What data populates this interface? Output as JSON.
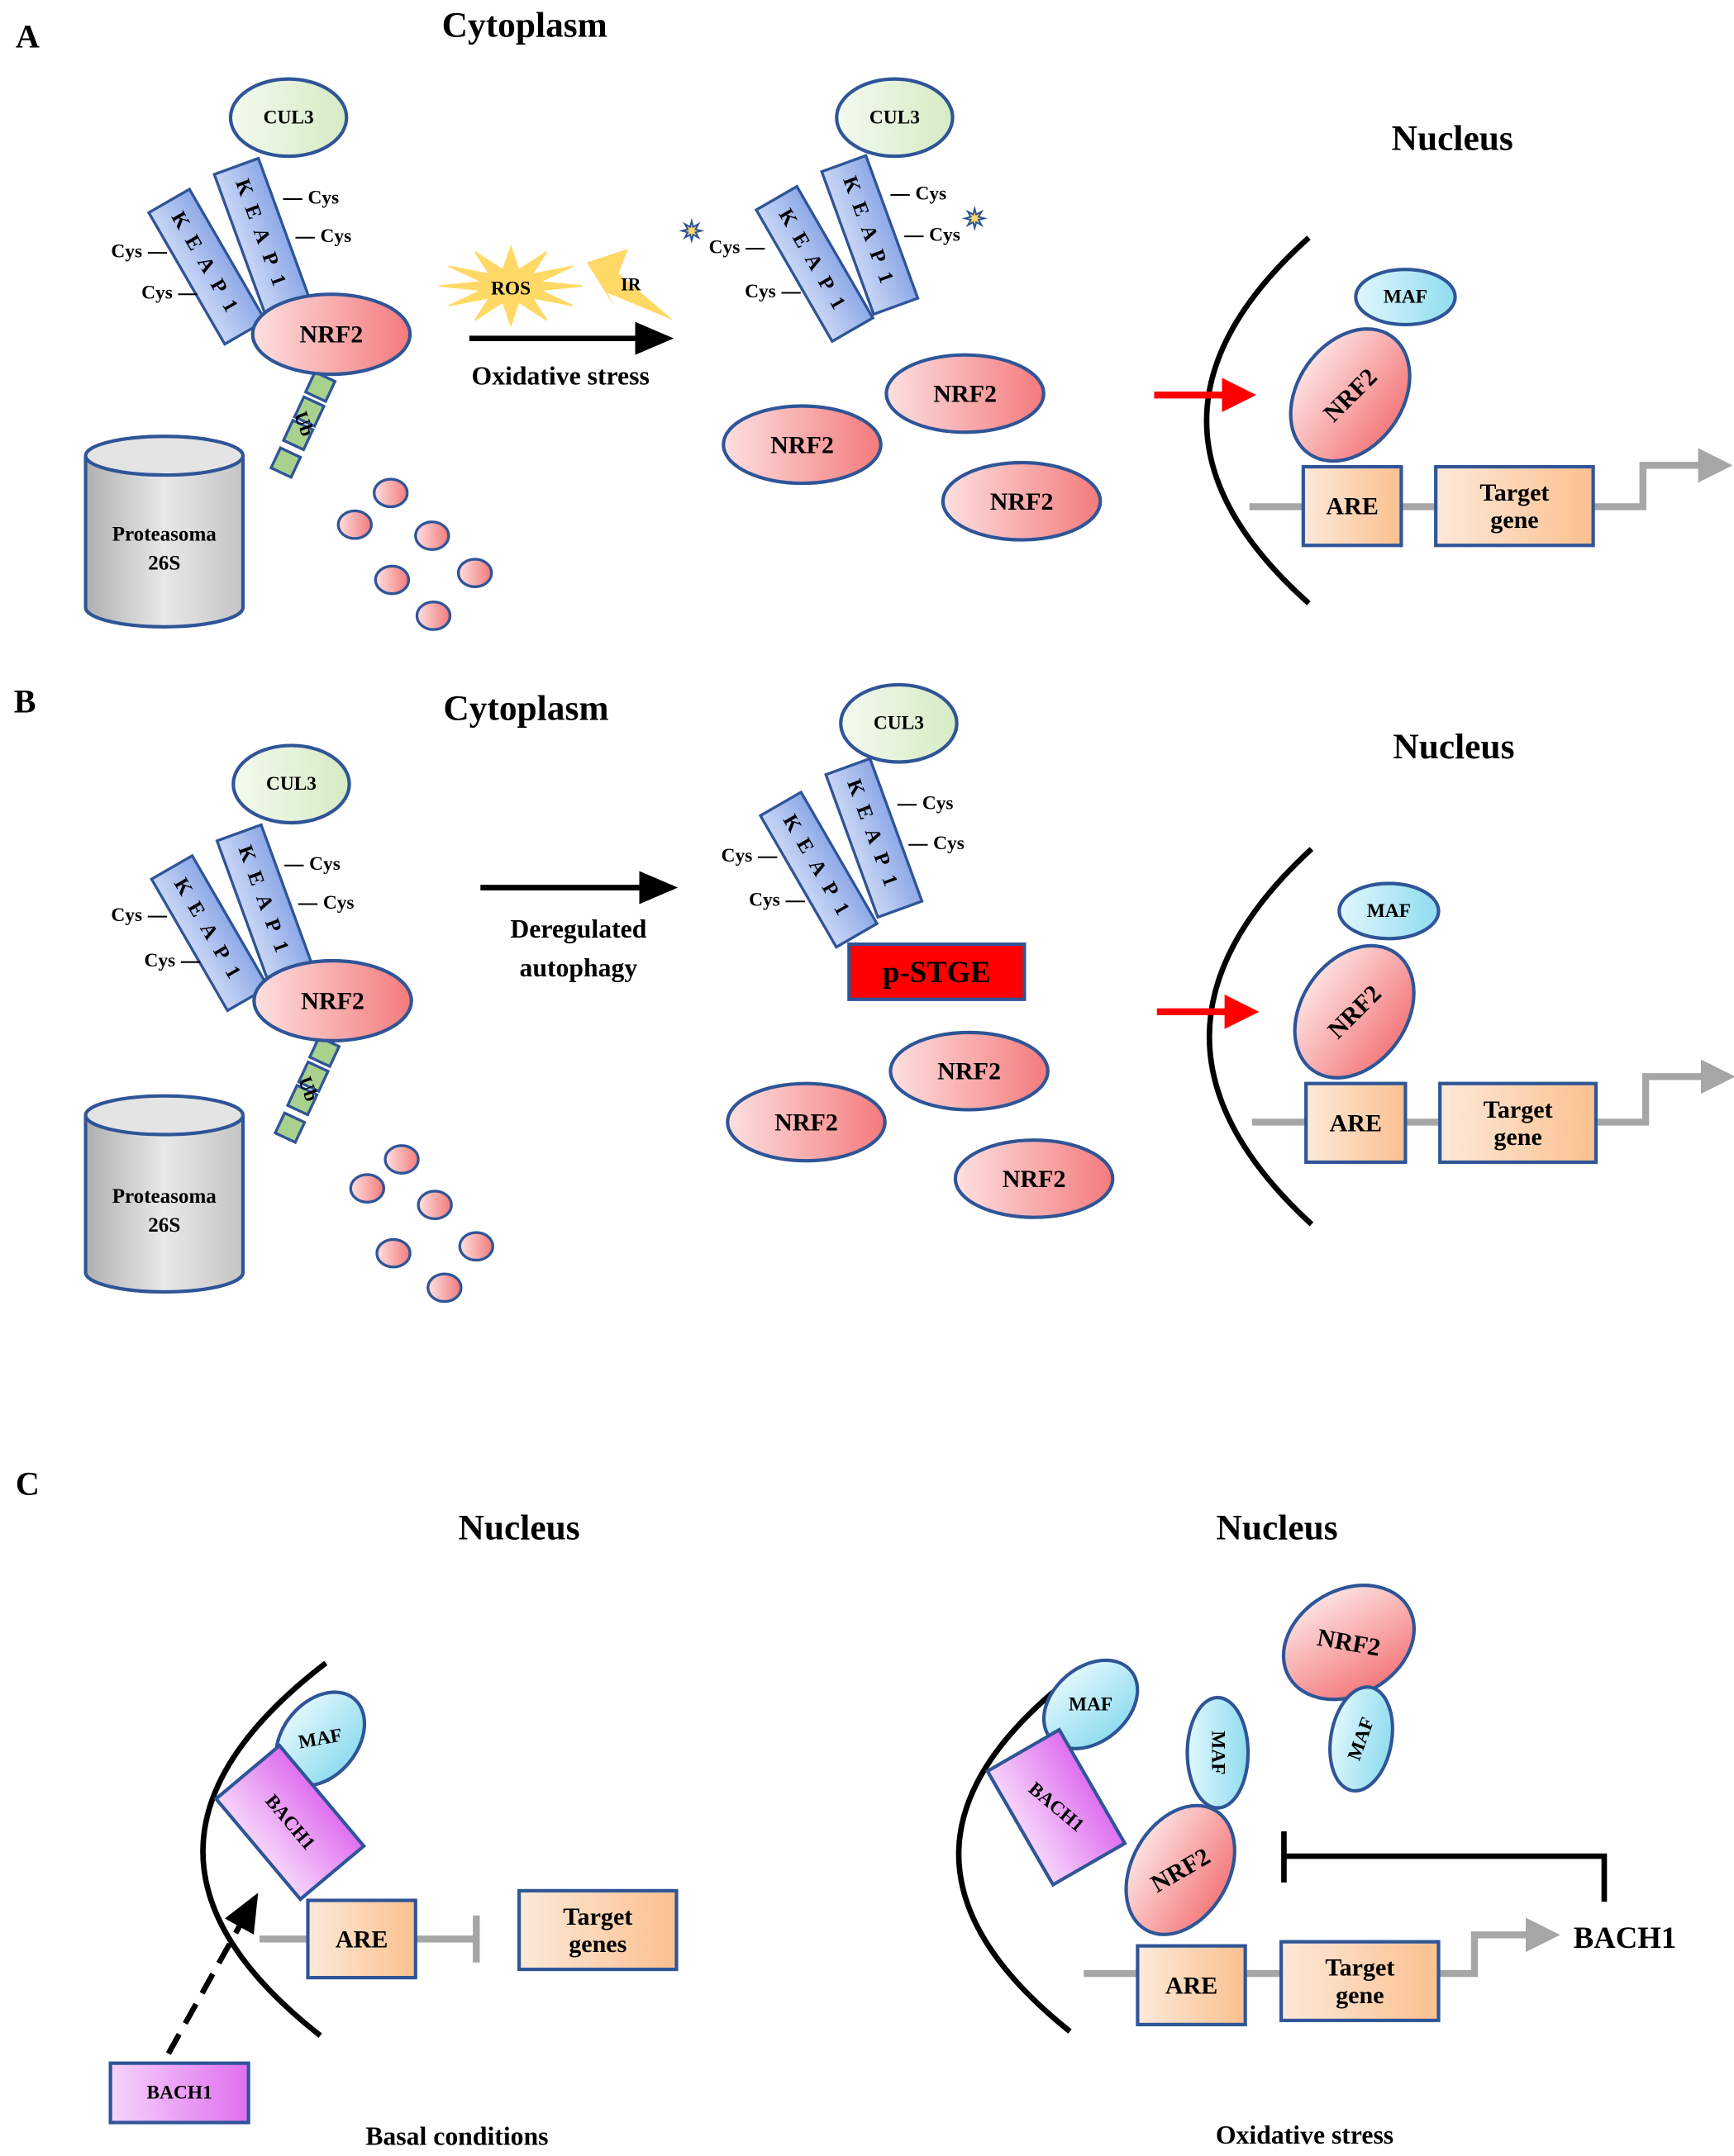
{
  "panels": {
    "a": "A",
    "b": "B",
    "c": "C"
  },
  "labels": {
    "cytoplasm": "Cytoplasm",
    "nucleus": "Nucleus",
    "cul3": "CUL3",
    "keap1": "KEAP1",
    "cys": "Cys",
    "nrf2": "NRF2",
    "ub": "Ub",
    "proteasome_line1": "Proteasoma",
    "proteasome_line2": "26S",
    "ros": "ROS",
    "ir": "IR",
    "oxidative_stress": "Oxidative stress",
    "maf": "MAF",
    "are": "ARE",
    "target": "Target",
    "gene": "gene",
    "genes": "genes",
    "deregulated": "Deregulated",
    "autophagy": "autophagy",
    "pstge": "p-STGE",
    "bach1": "BACH1",
    "basal_conditions": "Basal conditions"
  },
  "colors": {
    "outline": "#2f5597",
    "nrf2": "#f4777a",
    "cul3": "#e2f0d9",
    "keap1": "#8ea9e8",
    "maf": "#9fe4f5",
    "are": "#fbc9a0",
    "bach1": "#e27cf0",
    "ros": "#ffd966",
    "ub": "#a9d18e",
    "pstge": "#ff0000",
    "nuclear_arrow": "#ff0000",
    "dna": "#a6a6a6"
  }
}
